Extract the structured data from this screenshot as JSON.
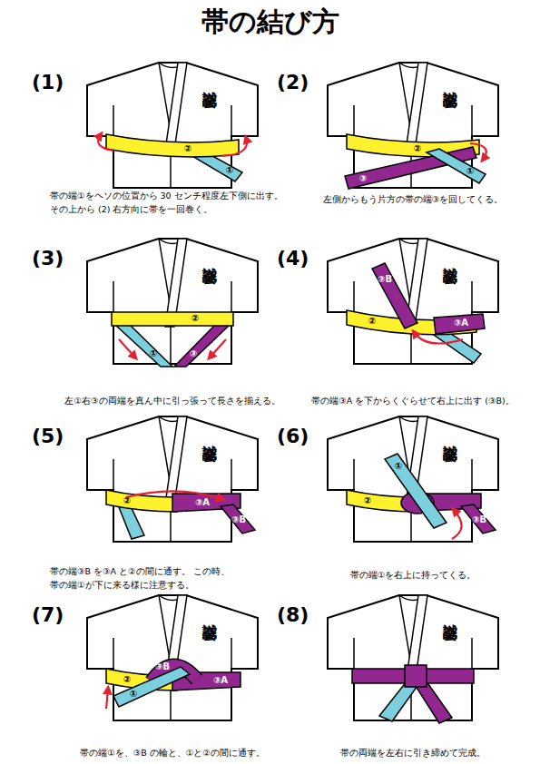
{
  "diagram": {
    "title": "帯の結び方",
    "nodes": [
      {
        "text": [
          "誠空会"
        ]
      },
      {
        "text": [
          "誠空会"
        ]
      },
      {
        "text": [
          "誠空会"
        ]
      },
      {
        "text": [
          "誠空会"
        ]
      },
      {
        "text": [
          "誠空会"
        ]
      },
      {
        "text": [
          "誠空会"
        ]
      },
      {
        "text": [
          "誠空会"
        ]
      },
      {
        "text": [
          "誠空会"
        ]
      }
    ],
    "labels": [
      "(1)",
      "帯の端①をヘソの位置から 30 センチ程度左下側に出す。 その上から (2) 右方向に帯を一回巻く。",
      "②",
      "①",
      "(2)",
      "左側からもう片方の帯の端③を回してくる。",
      "②",
      "①",
      "③",
      "(3)",
      "左①右③の両端を真ん中に引っ張って長さを揃える。",
      "②",
      "①",
      "③",
      "(4)",
      "帯の端③A を下からくぐらせて右上に出す (③B)。",
      "③B",
      "②",
      "③A",
      "(5)",
      "帯の端③B を③A と②の間に通す。 この時、帯の端①が下に来る様に注意する。",
      "②",
      "③A",
      "③B",
      "(6)",
      "帯の端①を右上に持ってくる。",
      "①",
      "②",
      "③B",
      "(7)",
      "帯の端①を、③B の輪と、①と②の間に通す。",
      "③B",
      "②",
      "①",
      "③A",
      "(8)",
      "帯の両端を左右に引き締めて完成。"
    ]
  }
}
